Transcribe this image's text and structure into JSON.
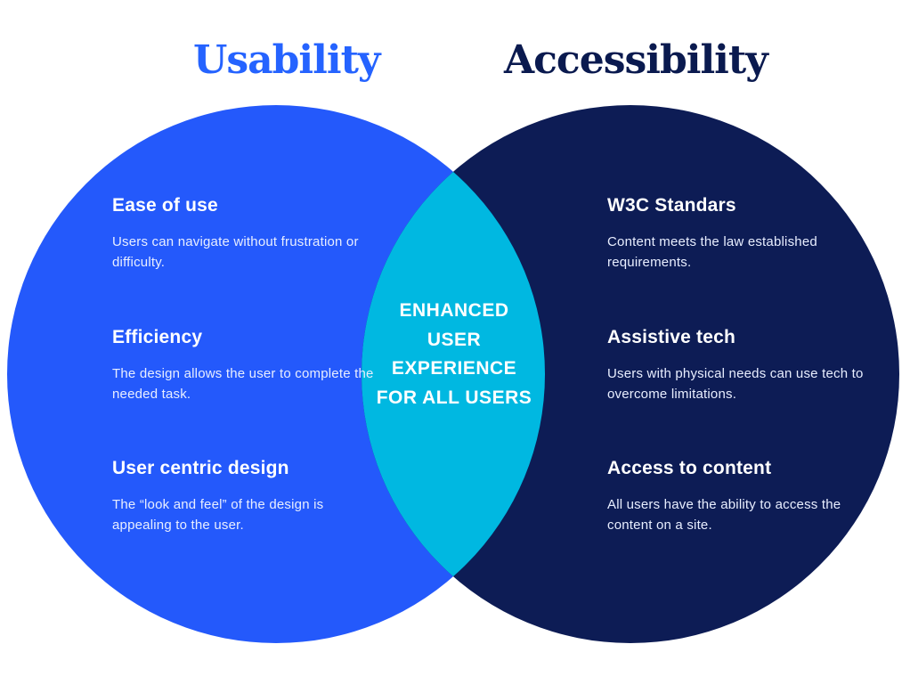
{
  "titles": {
    "left": "Usability",
    "right": "Accessibility"
  },
  "colors": {
    "usability_title": "#2563ff",
    "accessibility_title": "#0a1a4f",
    "left_circle": "#2459fb",
    "right_circle": "#0d1c55",
    "overlap": "#00b8e1"
  },
  "center_label": "ENHANCED USER EXPERIENCE FOR ALL USERS",
  "usability_items": [
    {
      "heading": "Ease of use",
      "description": "Users can navigate without frustration or difficulty."
    },
    {
      "heading": "Efficiency",
      "description": "The design allows the user to complete the needed task."
    },
    {
      "heading": "User centric design",
      "description": "The “look and feel” of the design is appealing to the user."
    }
  ],
  "accessibility_items": [
    {
      "heading": "W3C Standars",
      "description": "Content meets the law established requirements."
    },
    {
      "heading": "Assistive tech",
      "description": "Users with physical needs can use tech to overcome limitations."
    },
    {
      "heading": "Access to content",
      "description": "All users have the ability to access the content on a site."
    }
  ]
}
